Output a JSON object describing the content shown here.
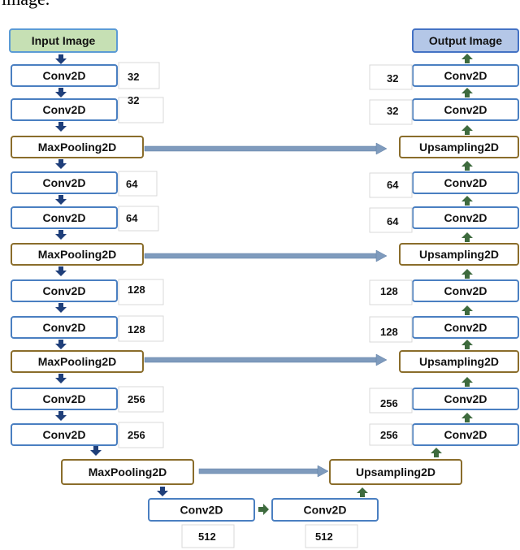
{
  "caption_fragment": "image.",
  "colors": {
    "conv_border": "#4a7fc1",
    "pool_border": "#8a6d2b",
    "input_fill": "#c6e0b4",
    "input_border": "#5b9bd5",
    "output_fill": "#b4c7e7",
    "output_border": "#4472c4",
    "down_arrow": "#1f3f7a",
    "up_arrow": "#3e6b3e",
    "skip_arrow": "#7f9bbd",
    "filter_border": "#d9d9d9",
    "text": "#111111"
  },
  "encoder": {
    "input": "Input Image",
    "blocks": [
      {
        "type": "Conv2D",
        "filters": "32"
      },
      {
        "type": "Conv2D",
        "filters": "32"
      },
      {
        "type": "MaxPooling2D"
      },
      {
        "type": "Conv2D",
        "filters": "64"
      },
      {
        "type": "Conv2D",
        "filters": "64"
      },
      {
        "type": "MaxPooling2D"
      },
      {
        "type": "Conv2D",
        "filters": "128"
      },
      {
        "type": "Conv2D",
        "filters": "128"
      },
      {
        "type": "MaxPooling2D"
      },
      {
        "type": "Conv2D",
        "filters": "256"
      },
      {
        "type": "Conv2D",
        "filters": "256"
      },
      {
        "type": "MaxPooling2D"
      }
    ]
  },
  "bottleneck": [
    {
      "type": "Conv2D",
      "filters": "512"
    },
    {
      "type": "Conv2D",
      "filters": "512"
    }
  ],
  "decoder": {
    "output": "Output Image",
    "blocks": [
      {
        "type": "Conv2D",
        "filters": "32"
      },
      {
        "type": "Conv2D",
        "filters": "32"
      },
      {
        "type": "Upsampling2D"
      },
      {
        "type": "Conv2D",
        "filters": "64"
      },
      {
        "type": "Conv2D",
        "filters": "64"
      },
      {
        "type": "Upsampling2D"
      },
      {
        "type": "Conv2D",
        "filters": "128"
      },
      {
        "type": "Conv2D",
        "filters": "128"
      },
      {
        "type": "Upsampling2D"
      },
      {
        "type": "Conv2D",
        "filters": "256"
      },
      {
        "type": "Conv2D",
        "filters": "256"
      },
      {
        "type": "Upsampling2D"
      }
    ]
  }
}
